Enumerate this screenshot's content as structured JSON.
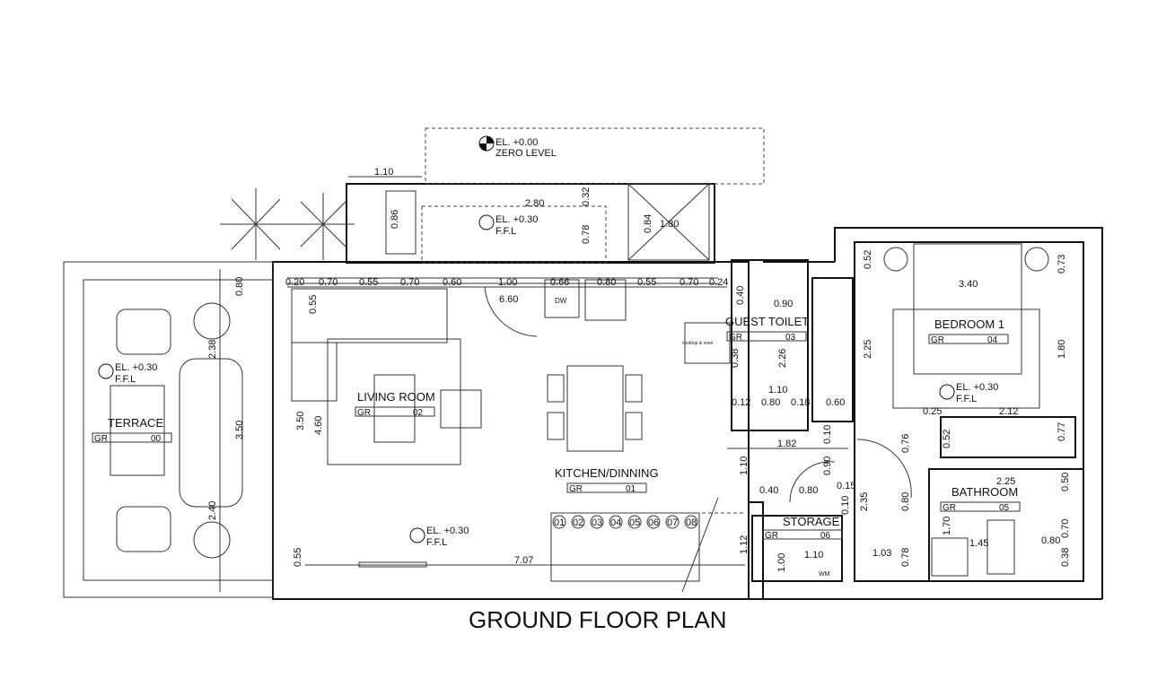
{
  "title": "GROUND FLOOR PLAN",
  "rooms": [
    {
      "name": "TERRACE",
      "level": "GR",
      "number": "00"
    },
    {
      "name": "KITCHEN/DINNING",
      "level": "GR",
      "number": "01"
    },
    {
      "name": "LIVING ROOM",
      "level": "GR",
      "number": "02"
    },
    {
      "name": "GUEST TOILET",
      "level": "GR",
      "number": "03"
    },
    {
      "name": "BEDROOM 1",
      "level": "GR",
      "number": "04"
    },
    {
      "name": "BATHROOM",
      "level": "GR",
      "number": "05"
    },
    {
      "name": "STORAGE",
      "level": "GR",
      "number": "06"
    }
  ],
  "elevations": {
    "zero": {
      "el": "EL. +0.00",
      "label": "ZERO LEVEL"
    },
    "ffl": {
      "el": "EL. +0.30",
      "label": "F.F.L"
    }
  },
  "appliances": {
    "dishwasher": "DW",
    "washing_machine": "WM",
    "cooker": "cooktop & oven"
  },
  "stairs": [
    "01",
    "02",
    "03",
    "04",
    "05",
    "06",
    "07",
    "08"
  ],
  "dimensions": {
    "top_row": [
      "0.20",
      "0.70",
      "0.55",
      "0.70",
      "0.60",
      "1.00",
      "0.66",
      "0.80",
      "0.55",
      "0.70",
      "0.24"
    ],
    "living_width": "6.60",
    "bottom_width": "7.07",
    "entry_width": "1.10",
    "planter": "0.86",
    "porch_width": "2.80",
    "porch_h1": "0.32",
    "porch_h2": "0.78",
    "skylight_w": "1.80",
    "skylight_h": "0.84",
    "left_heights": [
      "0.55",
      "4.60",
      "3.50",
      "0.55"
    ],
    "terrace": [
      "0.80",
      "2.38",
      "3.50",
      "2.40"
    ],
    "toilet": [
      "0.40",
      "0.38",
      "0.90",
      "2.26",
      "1.10",
      "0.12",
      "0.80",
      "0.18",
      "1.82"
    ],
    "hall": [
      "0.60",
      "0.10",
      "0.90",
      "1.10",
      "1.12",
      "0.40",
      "0.80",
      "0.15",
      "0.10"
    ],
    "storage": [
      "1.00",
      "1.10"
    ],
    "bedroom": [
      "0.52",
      "3.40",
      "0.73",
      "2.25",
      "1.80",
      "0.25",
      "2.12",
      "0.76",
      "0.52",
      "0.77",
      "2.35",
      "0.80",
      "1.03",
      "0.78"
    ],
    "bathroom": [
      "2.25",
      "0.50",
      "1.70",
      "0.70",
      "1.45",
      "0.80",
      "0.38"
    ]
  }
}
